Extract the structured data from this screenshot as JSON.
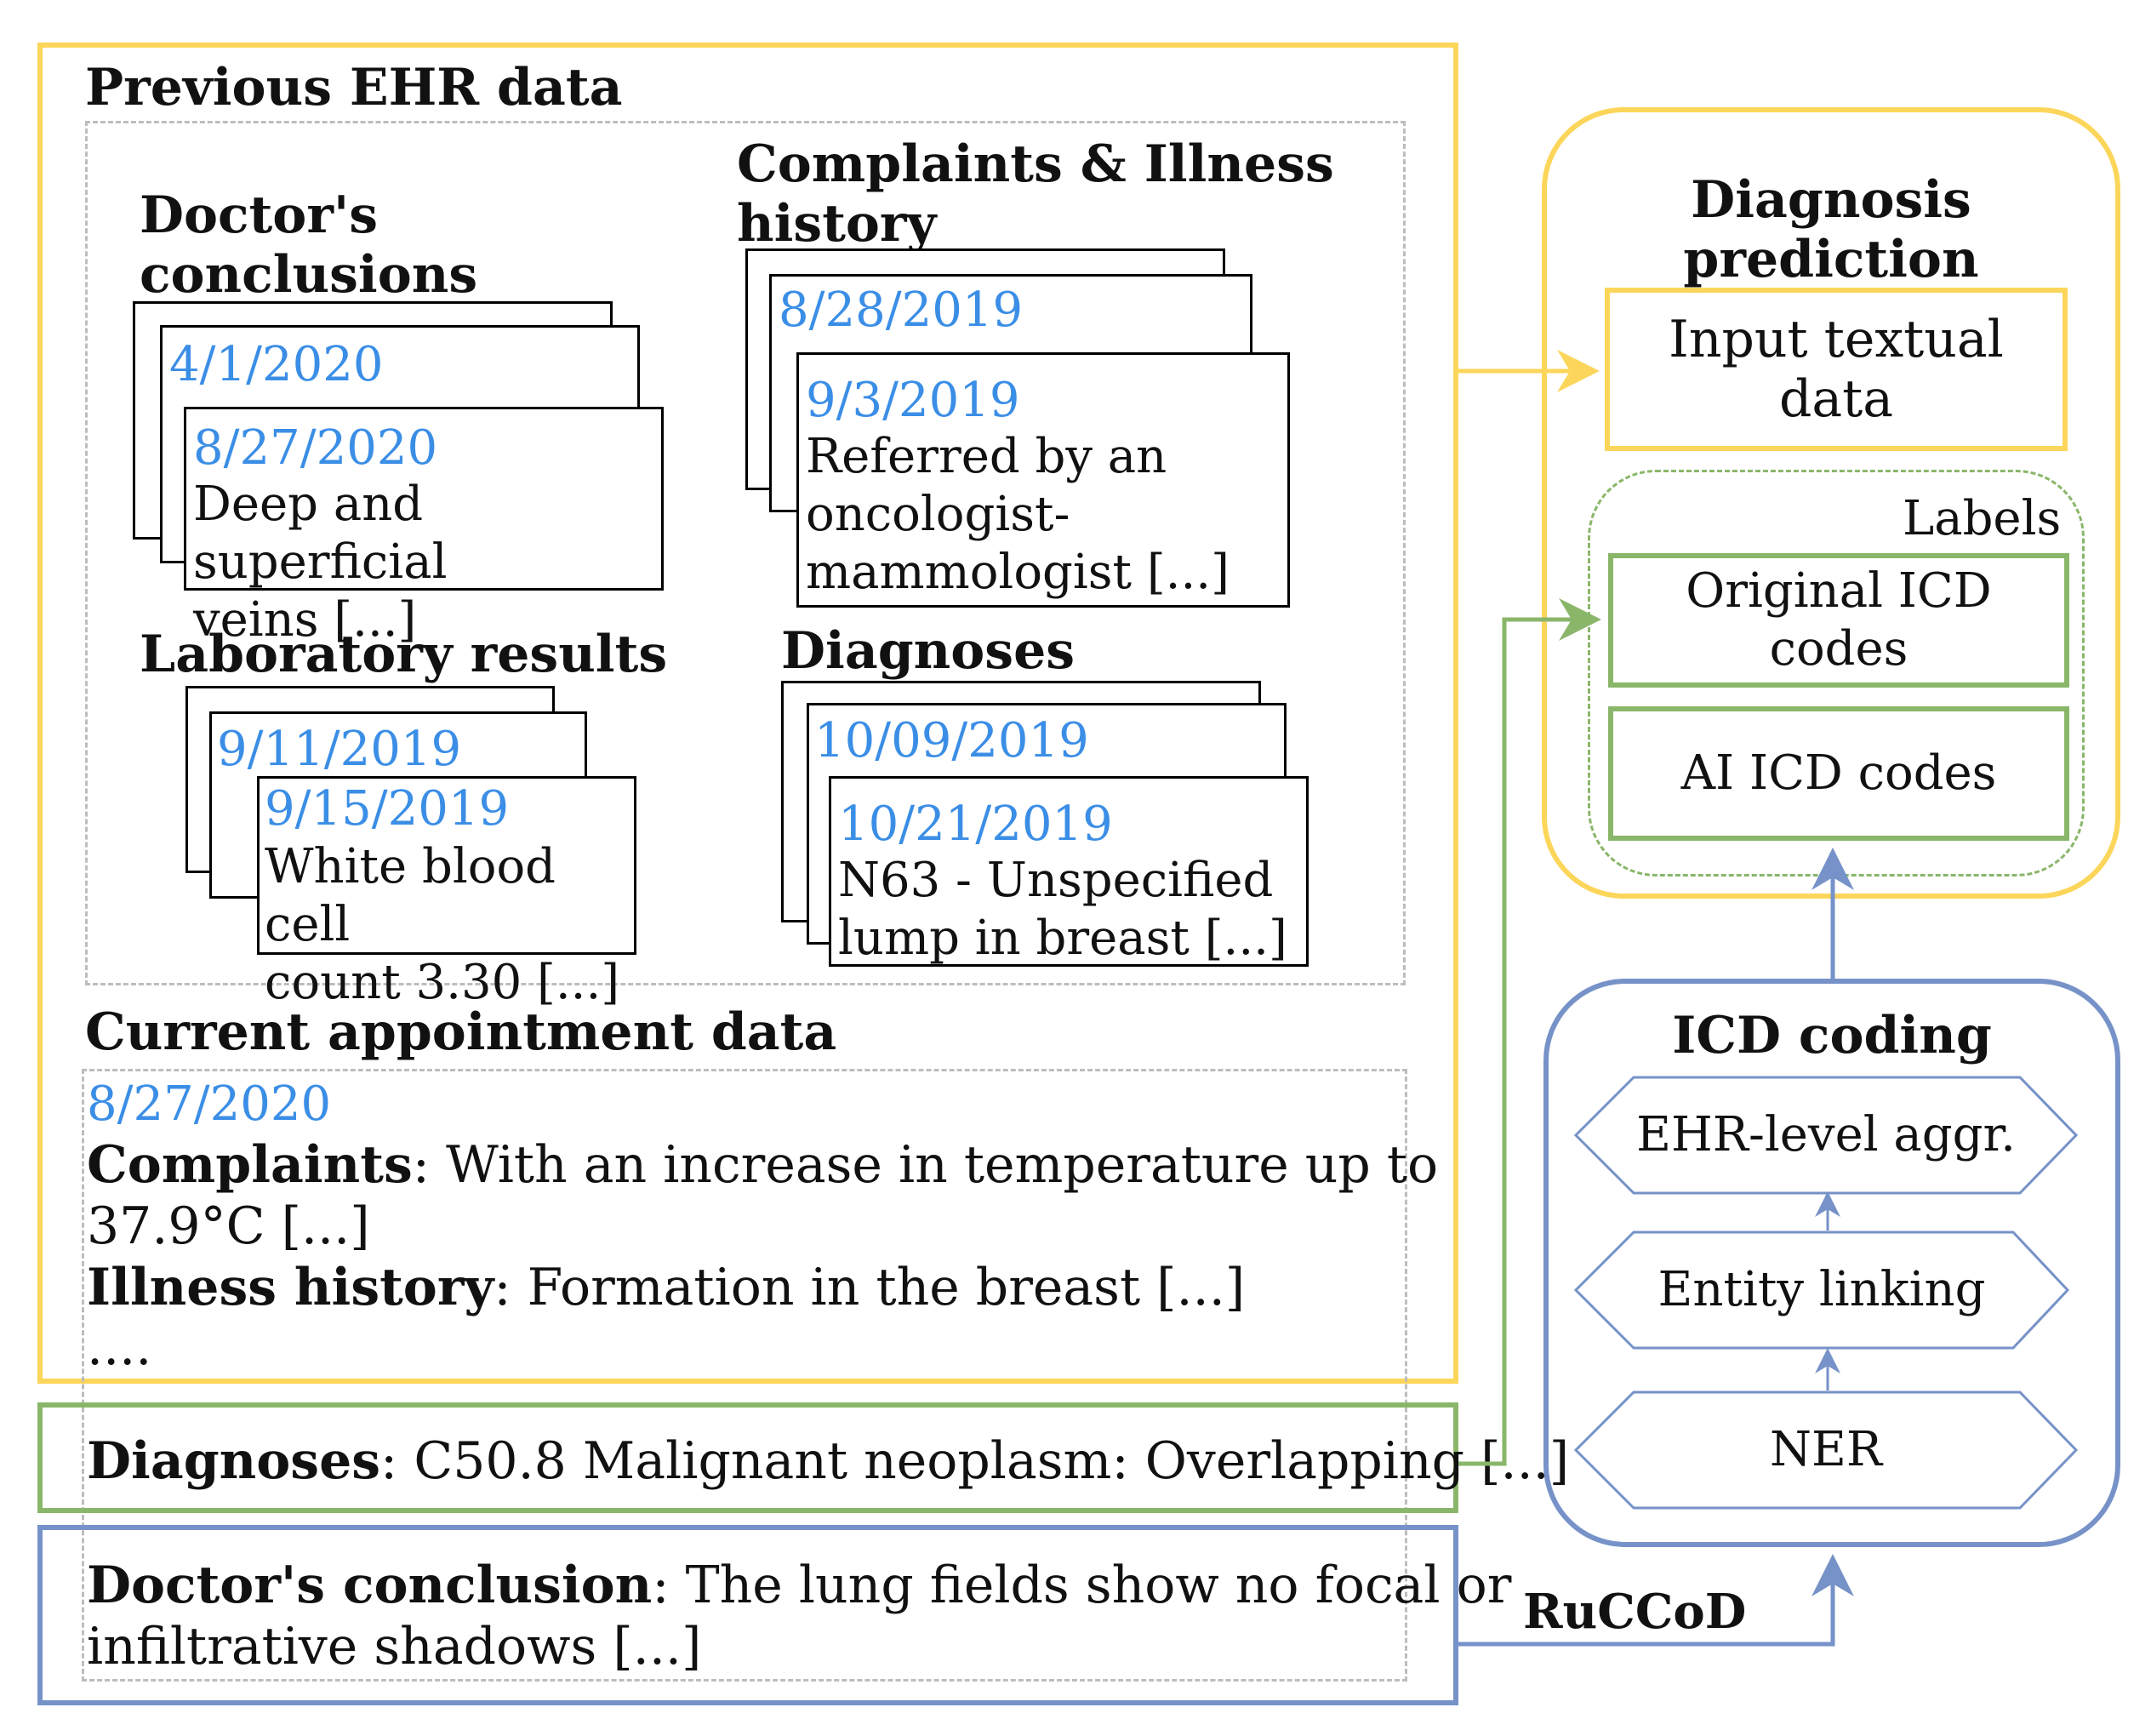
{
  "previous_ehr": {
    "title": "Previous EHR data",
    "doctors_conclusions": {
      "title_line1": "Doctor's",
      "title_line2": "conclusions",
      "date_back": "4/1/2020",
      "date_front": "8/27/2020",
      "text_line1": "Deep and superficial",
      "text_line2": "veins [...]"
    },
    "complaints": {
      "title_line1": "Complaints & Illness",
      "title_line2": "history",
      "date_back": "8/28/2019",
      "date_front": "9/3/2019",
      "text_line1": "Referred by an",
      "text_line2": "oncologist-",
      "text_line3": "mammologist  [...]"
    },
    "laboratory": {
      "title": "Laboratory results",
      "date_back": "9/11/2019",
      "date_front": "9/15/2019",
      "text_line1": "White blood cell",
      "text_line2": "count 3.30 [...]"
    },
    "diagnoses": {
      "title": "Diagnoses",
      "date_back": "10/09/2019",
      "date_front": "10/21/2019",
      "text_line1": "N63 - Unspecified",
      "text_line2": "lump in breast [...]"
    }
  },
  "current_appointment": {
    "title": "Current appointment data",
    "date": "8/27/2020",
    "complaints_label": "Complaints",
    "complaints_text": ": With an increase in temperature up to",
    "complaints_text2": "37.9°C [...]",
    "illness_label": "Illness history",
    "illness_text": ": Formation in the breast [...]",
    "ellipsis": "....",
    "diagnoses_label": "Diagnoses",
    "diagnoses_text": ": C50.8 Malignant neoplasm: Overlapping [...]",
    "conclusion_label": "Doctor's conclusion",
    "conclusion_text": ": The lung fields show no focal or",
    "conclusion_text2": "infiltrative shadows [...]"
  },
  "diagnosis_prediction": {
    "title": "Diagnosis prediction",
    "input": "Input textual data",
    "labels": "Labels",
    "original_codes": "Original ICD codes",
    "ai_codes": "AI ICD codes"
  },
  "icd_coding": {
    "title": "ICD coding",
    "steps": [
      "EHR-level aggr.",
      "Entity linking",
      "NER"
    ]
  },
  "ruccod_label": "RuCCoD",
  "colors": {
    "yellow": "#fcd65a",
    "green": "#8ab66a",
    "blue": "#7692c8",
    "date_blue": "#3b8ee6"
  }
}
